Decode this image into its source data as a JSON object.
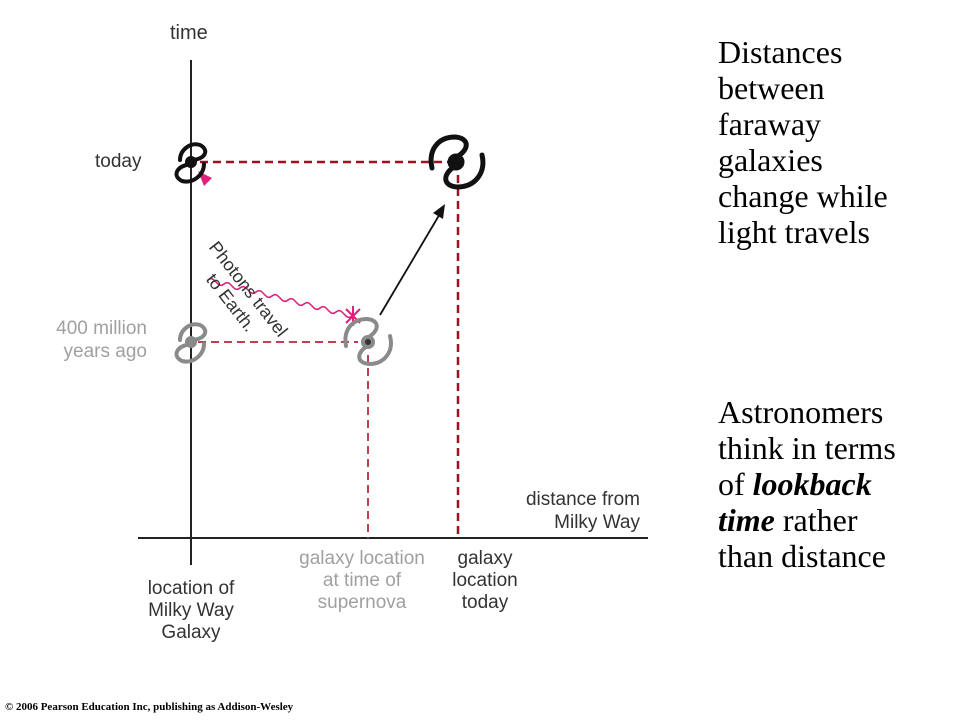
{
  "axis": {
    "time_label": "time",
    "distance_label_line1": "distance from",
    "distance_label_line2": "Milky Way"
  },
  "time_marks": {
    "today": "today",
    "past_line1": "400 million",
    "past_line2": "years ago"
  },
  "locations": {
    "milky_way_line1": "location of",
    "milky_way_line2": "Milky Way",
    "milky_way_line3": "Galaxy",
    "supernova_line1": "galaxy location",
    "supernova_line2": "at time of",
    "supernova_line3": "supernova",
    "today_line1": "galaxy",
    "today_line2": "location",
    "today_line3": "today"
  },
  "photon_label": {
    "line1": "Photons travel",
    "line2": "to Earth."
  },
  "side_text": {
    "block1_lines": [
      "Distances",
      "between",
      "faraway",
      "galaxies",
      "change while",
      "light travels"
    ],
    "block2_line1": "Astronomers",
    "block2_line2": "think in terms",
    "block2_line3_pre": "of ",
    "block2_line3_em": "lookback",
    "block2_line4_em": "time",
    "block2_line4_post": " rather",
    "block2_line5": "than distance"
  },
  "copyright": "© 2006 Pearson Education Inc, publishing as Addison-Wesley",
  "colors": {
    "dashed": "#a01020",
    "dashed_faded": "#c04050",
    "photon": "#e0207a",
    "galaxy_dark": "#111111",
    "galaxy_faded": "#8a8a8a"
  }
}
